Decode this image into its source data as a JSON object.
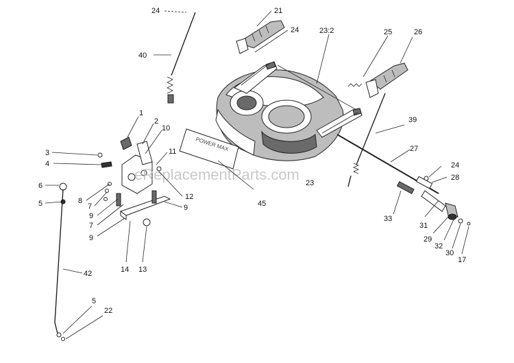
{
  "watermark": "eReplacementParts.com",
  "decal_text": "POWER MAX",
  "callouts": {
    "c24a": "24",
    "c21": "21",
    "c24b": "24",
    "c40": "40",
    "c23_2": "23:2",
    "c25": "25",
    "c26": "26",
    "c1": "1",
    "c2": "2",
    "c10": "10",
    "c39": "39",
    "c3": "3",
    "c4": "4",
    "c11": "11",
    "c27": "27",
    "c24c": "24",
    "c28": "28",
    "c6": "6",
    "c23": "23",
    "c5a": "5",
    "c8": "8",
    "c7a": "7",
    "c12": "12",
    "c9a": "9",
    "c7b": "7",
    "c9b": "9",
    "c45": "45",
    "c33": "33",
    "c31": "31",
    "c9c": "9",
    "c29": "29",
    "c32": "32",
    "c30": "30",
    "c17": "17",
    "c14": "14",
    "c13": "13",
    "c42": "42",
    "c5b": "5",
    "c22": "22"
  }
}
